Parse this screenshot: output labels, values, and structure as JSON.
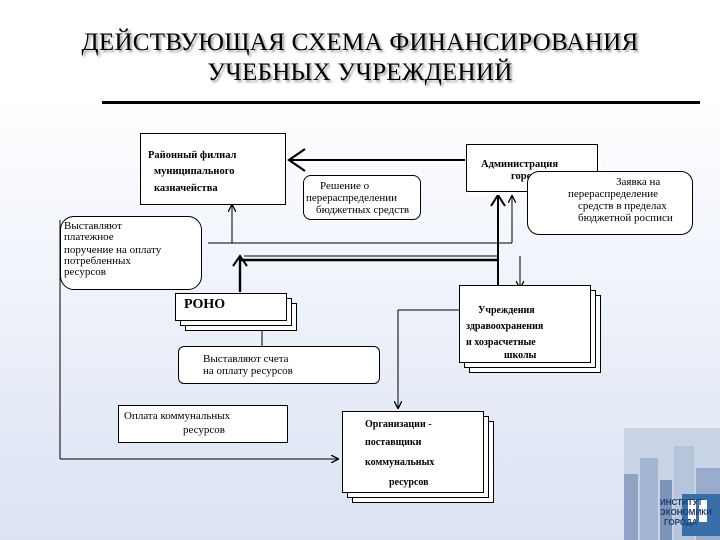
{
  "title": {
    "line1": "ДЕЙСТВУЮЩАЯ СХЕМА ФИНАНСИРОВАНИЯ",
    "line2": "УЧЕБНЫХ УЧРЕЖДЕНИЙ"
  },
  "nodes": {
    "treasury": {
      "line1": "Районный филиал",
      "line2": "муниципального",
      "line3": "казначейства"
    },
    "admin": {
      "line1": "Администрация",
      "line2": "города"
    },
    "rono": {
      "label": "РОНО"
    },
    "institutions": {
      "line1": "Учреждения",
      "line2": "здравоохранения",
      "line3": "и хозрасчетные",
      "line4": "школы"
    },
    "suppliers": {
      "line1": "Организации -",
      "line2": "поставщики",
      "line3": "коммунальных",
      "line4": "ресурсов"
    }
  },
  "callouts": {
    "payment_order": {
      "line1": "Выставляют",
      "line2": "платежное",
      "line3": "поручение на оплату",
      "line4": "потребленных",
      "line5": "ресурсов"
    },
    "redistribution": {
      "line1": "Решение о",
      "line2": "перераспределении",
      "line3": "бюджетных средств"
    },
    "request": {
      "line1": "Заявка на",
      "line2": "перераспределение",
      "line3": "средств в пределах",
      "line4": "бюджетной росписи"
    },
    "invoices": {
      "line1": "Выставляют счета",
      "line2": "на оплату ресурсов"
    },
    "utility_payment": {
      "line1": "Оплата коммунальных",
      "line2": "ресурсов"
    }
  },
  "logo": {
    "line1": "ИНСТИТУТ",
    "line2": "ЭКОНОМИКИ",
    "line3": "ГОРОДА"
  },
  "colors": {
    "title_shadow": "#9a9a9a",
    "background_bottom": "#dbe3f3",
    "logo_blue": "#3a6ea8"
  }
}
